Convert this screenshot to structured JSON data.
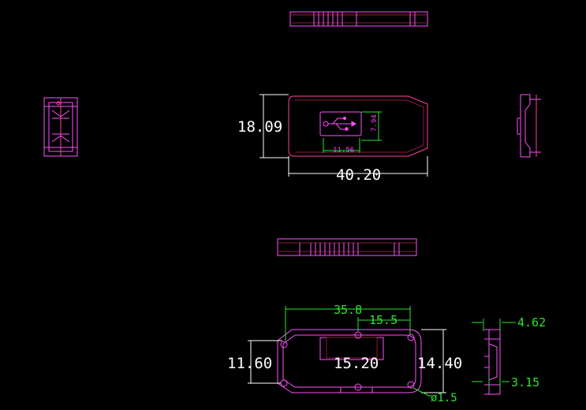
{
  "colors": {
    "background": "#000000",
    "outline_magenta": "#ff4fff",
    "outline_pink": "#ff3fa0",
    "outline_dark_red": "#8a1a3a",
    "dim_white": "#ffffff",
    "dim_green": "#2fe02f",
    "dim_magenta": "#ff40ff"
  },
  "dimensions": {
    "top_view_height": "18.09",
    "top_view_width": "40.20",
    "usb_window_height": "7.94",
    "usb_window_width": "11.56",
    "bottom_left_height": "11.60",
    "bottom_center_label": "15.20",
    "bottom_right_height": "14.40",
    "bottom_top_width": "35.8",
    "bottom_inner_width": "15.5",
    "hole_diameter": "ø1.5",
    "side_top_thickness": "4.62",
    "side_bottom_thickness": "3.15"
  },
  "icons": {
    "usb": "usb-icon"
  }
}
